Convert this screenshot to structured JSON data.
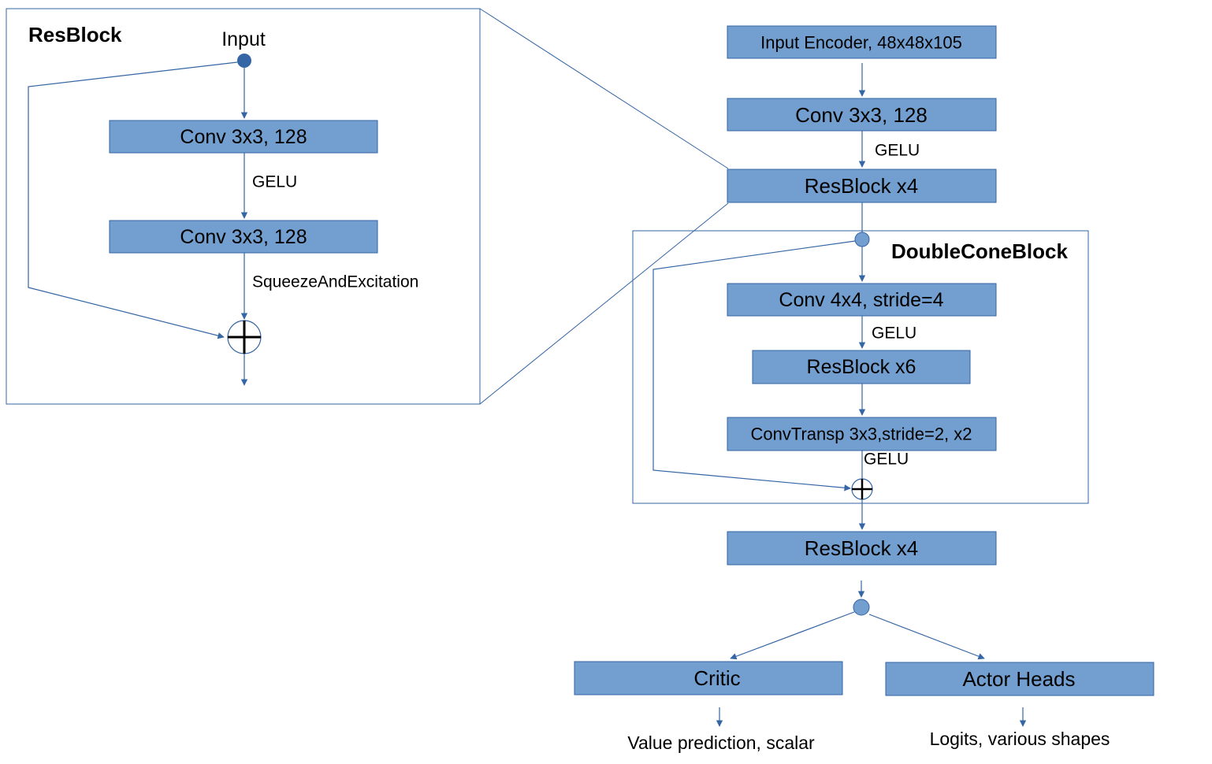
{
  "resblock_panel": {
    "title": "ResBlock",
    "input_label": "Input",
    "conv1": "Conv 3x3, 128",
    "act1": "GELU",
    "conv2": "Conv 3x3, 128",
    "act2": "SqueezeAndExcitation"
  },
  "main": {
    "input_encoder": "Input Encoder, 48x48x105",
    "conv_stem": "Conv 3x3, 128",
    "act_stem": "GELU",
    "resblock_top": "ResBlock x4",
    "resblock_bottom": "ResBlock x4"
  },
  "double_cone": {
    "title": "DoubleConeBlock",
    "conv_down": "Conv 4x4, stride=4",
    "act_down": "GELU",
    "resblock_mid": "ResBlock x6",
    "conv_up": "ConvTransp 3x3,stride=2, x2",
    "act_up": "GELU"
  },
  "heads": {
    "critic": "Critic",
    "critic_output": "Value prediction, scalar",
    "actor": "Actor Heads",
    "actor_output": "Logits, various shapes"
  },
  "colors": {
    "box_fill": "#729fcf",
    "line": "#3465a4"
  }
}
